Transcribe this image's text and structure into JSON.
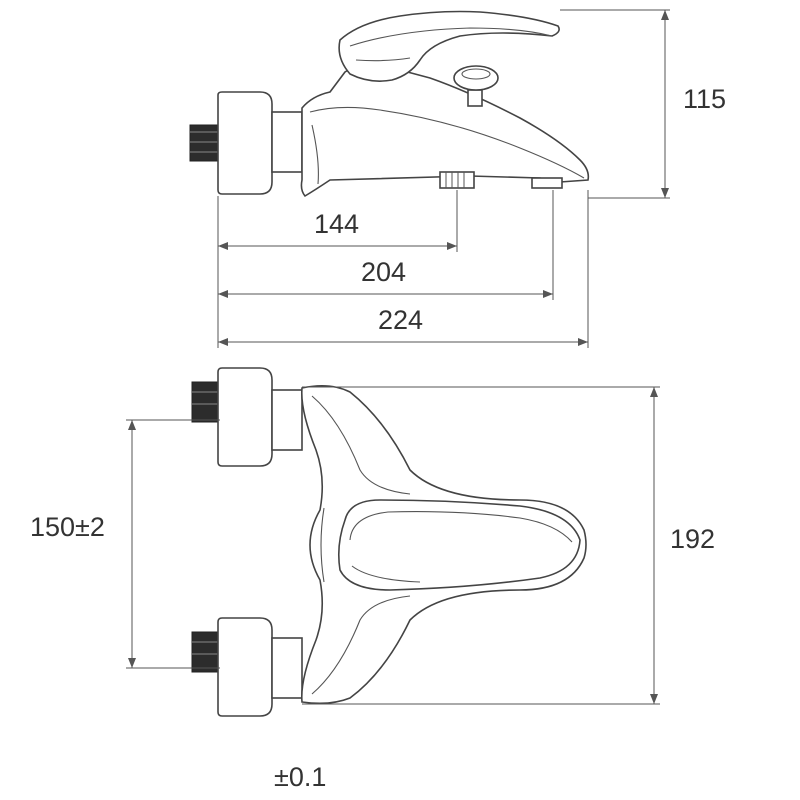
{
  "side_view": {
    "dimensions": {
      "height": "115",
      "to_diverter": "144",
      "to_outlet": "204",
      "overall_length": "224"
    }
  },
  "top_view": {
    "dimensions": {
      "inlet_spacing": "150±2",
      "depth": "192"
    }
  },
  "tolerance_note": "±0.1",
  "colors": {
    "line": "#444444",
    "text": "#333333",
    "thread": "#2c2c2c"
  }
}
